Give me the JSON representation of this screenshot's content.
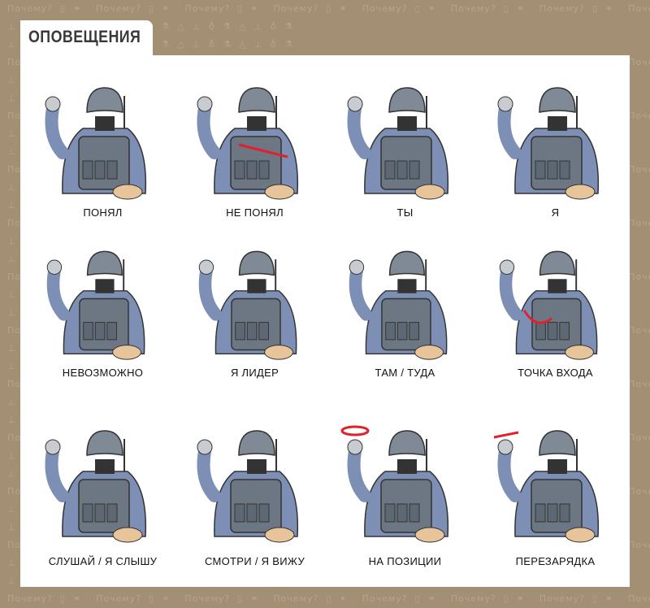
{
  "watermark": "Почему?",
  "header": {
    "title": "ОПОВЕЩЕНИЯ"
  },
  "signals": [
    {
      "label": "ПОНЯЛ"
    },
    {
      "label": "НЕ ПОНЯЛ"
    },
    {
      "label": "ТЫ"
    },
    {
      "label": "Я"
    },
    {
      "label": "НЕВОЗМОЖНО"
    },
    {
      "label": "Я ЛИДЕР"
    },
    {
      "label": "ТАМ / ТУДА"
    },
    {
      "label": "ТОЧКА ВХОДА"
    },
    {
      "label": "СЛУШАЙ / Я СЛЫШУ"
    },
    {
      "label": "СМОТРИ / Я ВИЖУ"
    },
    {
      "label": "НА ПОЗИЦИИ"
    },
    {
      "label": "ПЕРЕЗАРЯДКА"
    }
  ],
  "colors": {
    "background": "#a38f74",
    "uniform": "#7d8fb5",
    "helmet": "#7f8a96",
    "vest": "#6c7783",
    "arrow": "#e0202a"
  }
}
